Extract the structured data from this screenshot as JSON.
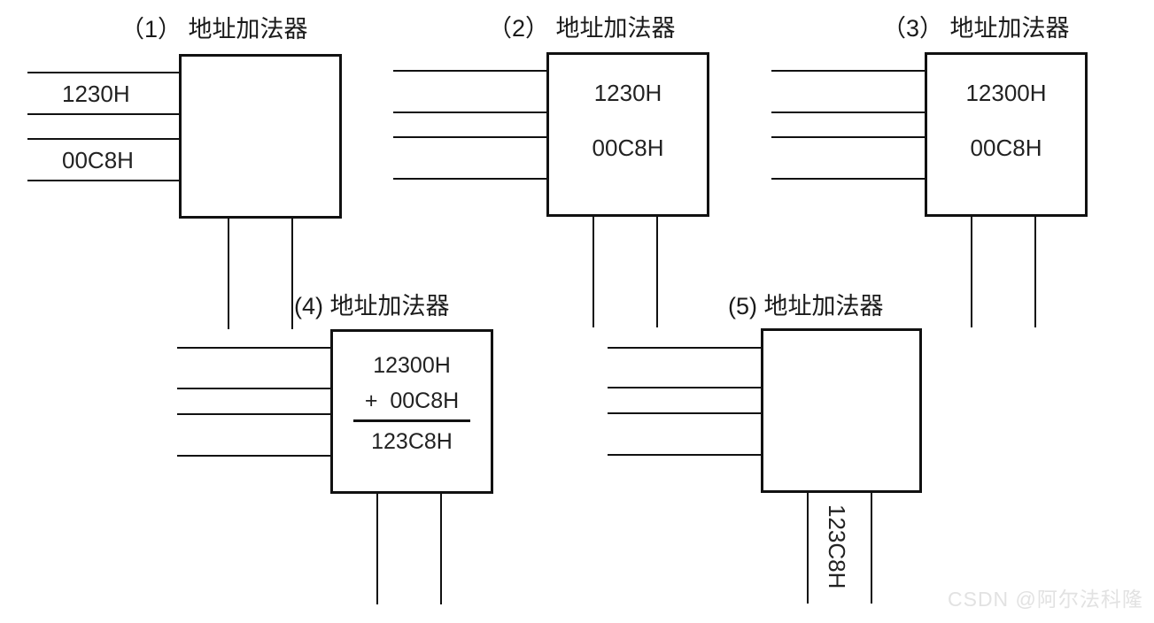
{
  "diagram": {
    "title_suffix": "地址加法器",
    "blocks": [
      {
        "id": "block-1",
        "index_label": "（1）",
        "title": "地址加法器",
        "full_title": "（1） 地址加法器",
        "box_texts": [],
        "input_labels": [
          "1230H",
          "00C8H"
        ],
        "output_label": ""
      },
      {
        "id": "block-2",
        "index_label": "（2）",
        "title": "地址加法器",
        "full_title": "（2） 地址加法器",
        "box_texts": [
          "1230H",
          "00C8H"
        ],
        "input_labels": [],
        "output_label": ""
      },
      {
        "id": "block-3",
        "index_label": "（3）",
        "title": "地址加法器",
        "full_title": "（3） 地址加法器",
        "box_texts": [
          "12300H",
          "00C8H"
        ],
        "input_labels": [],
        "output_label": ""
      },
      {
        "id": "block-4",
        "index_label": "(4)",
        "title": "地址加法器",
        "full_title": "(4) 地址加法器",
        "sum": {
          "operand1": "12300H",
          "operator": "+",
          "operand2": "00C8H",
          "operand2_line": "+  00C8H",
          "result": "123C8H"
        },
        "input_labels": [],
        "output_label": ""
      },
      {
        "id": "block-5",
        "index_label": "(5)",
        "title": "地址加法器",
        "full_title": "(5) 地址加法器",
        "box_texts": [],
        "input_labels": [],
        "output_label": "123C8H"
      }
    ],
    "watermark": "CSDN @阿尔法科隆",
    "colors": {
      "stroke": "#111111",
      "text": "#222222",
      "background": "#ffffff",
      "watermark": "#e2e2e2"
    }
  }
}
